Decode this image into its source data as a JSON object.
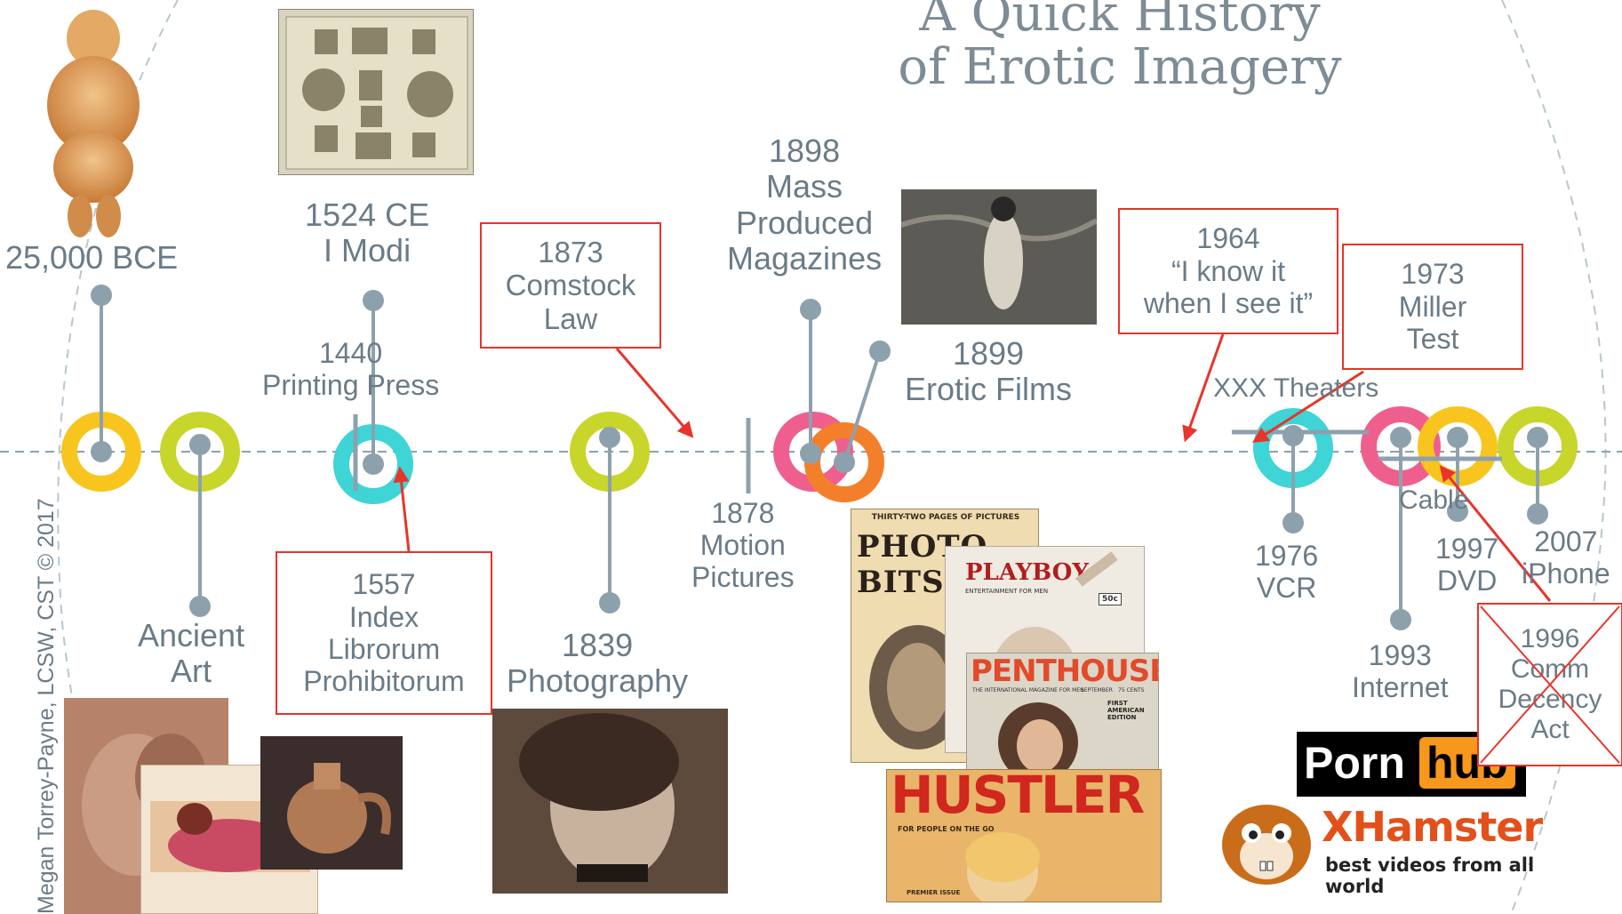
{
  "title": {
    "line1": "A Quick History",
    "line2": "of Erotic Imagery"
  },
  "credit": "Megan Torrey-Payne, LCSW, CST © 2017",
  "colors": {
    "yellow": "#f7c51e",
    "green": "#c8d52b",
    "cyan": "#3fd4d6",
    "pink": "#ef5f8d",
    "orange": "#f47f2a",
    "stem": "#8da1ad",
    "annotation": "#e8342a"
  },
  "events": [
    {
      "id": "venus",
      "lines": [
        "25,000 BCE"
      ]
    },
    {
      "id": "ancient-art",
      "lines": [
        "Ancient",
        "Art"
      ]
    },
    {
      "id": "i-modi",
      "lines": [
        "1524 CE",
        "I Modi"
      ]
    },
    {
      "id": "printing-press",
      "lines": [
        "1440",
        "Printing Press"
      ]
    },
    {
      "id": "photography",
      "lines": [
        "1839",
        "Photography"
      ]
    },
    {
      "id": "motion-pictures",
      "lines": [
        "1878",
        "Motion",
        "Pictures"
      ]
    },
    {
      "id": "magazines",
      "lines": [
        "1898",
        "Mass",
        "Produced",
        "Magazines"
      ]
    },
    {
      "id": "erotic-films",
      "lines": [
        "1899",
        "Erotic Films"
      ]
    },
    {
      "id": "xxx-theaters",
      "lines": [
        "XXX Theaters"
      ]
    },
    {
      "id": "vcr",
      "lines": [
        "1976",
        "VCR"
      ]
    },
    {
      "id": "cable",
      "lines": [
        "Cable"
      ]
    },
    {
      "id": "internet",
      "lines": [
        "1993",
        "Internet"
      ]
    },
    {
      "id": "dvd",
      "lines": [
        "1997",
        "DVD"
      ]
    },
    {
      "id": "iphone",
      "lines": [
        "2007",
        "iPhone"
      ]
    }
  ],
  "legal_boxes": [
    {
      "id": "comstock",
      "lines": [
        "1873",
        "Comstock",
        "Law"
      ]
    },
    {
      "id": "index",
      "lines": [
        "1557",
        "Index",
        "Librorum",
        "Prohibitorum"
      ]
    },
    {
      "id": "know-it",
      "lines": [
        "1964",
        "“I know it",
        "when I see it”"
      ]
    },
    {
      "id": "miller",
      "lines": [
        "1973",
        "Miller",
        "Test"
      ]
    },
    {
      "id": "cda",
      "lines": [
        "1996",
        "Comm",
        "Decency",
        "Act"
      ],
      "crossed_out": true
    }
  ],
  "magazines": {
    "photo_bits": {
      "top": "THIRTY-TWO PAGES OF PICTURES",
      "name": "PHOTO BITS"
    },
    "playboy": {
      "name": "PLAYBOY",
      "tagline": "ENTERTAINMENT FOR MEN",
      "price": "50c"
    },
    "penthouse": {
      "name": "PENTHOUSE",
      "tagline": "THE INTERNATIONAL MAGAZINE FOR MEN",
      "issue": "SEPTEMBER",
      "price": "75 CENTS",
      "edition": "FIRST AMERICAN EDITION"
    },
    "hustler": {
      "name": "HUSTLER",
      "tagline": "FOR PEOPLE ON THE GO",
      "issue": "PREMIER ISSUE"
    }
  },
  "logos": {
    "pornhub": {
      "part1": "Porn",
      "part2": "hub"
    },
    "xhamster": {
      "name": "XHamster",
      "tagline": "best videos from all world"
    }
  }
}
